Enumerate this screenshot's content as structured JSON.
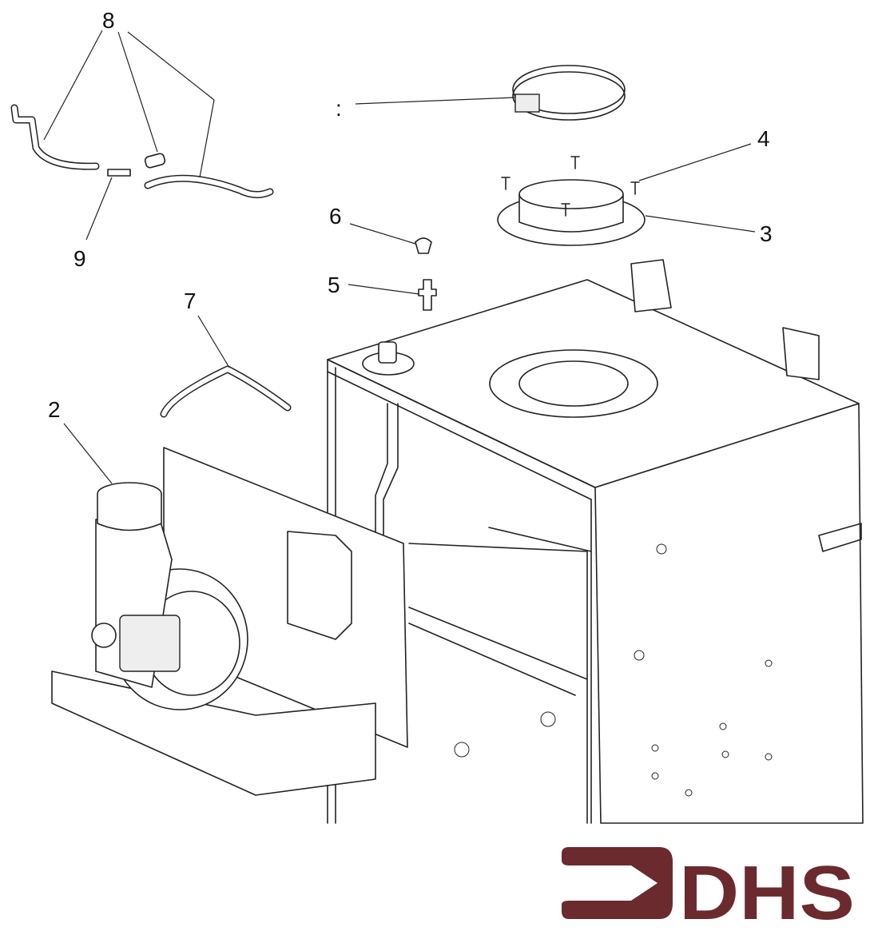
{
  "diagram": {
    "type": "exploded-parts-diagram",
    "callouts": [
      {
        "id": "c8",
        "label": "8"
      },
      {
        "id": "c9",
        "label": "9"
      },
      {
        "id": "c1",
        "label": ":"
      },
      {
        "id": "c4",
        "label": "4"
      },
      {
        "id": "c3",
        "label": "3"
      },
      {
        "id": "c6",
        "label": "6"
      },
      {
        "id": "c5",
        "label": "5"
      },
      {
        "id": "c7",
        "label": "7"
      },
      {
        "id": "c2",
        "label": "2"
      }
    ]
  },
  "logo": {
    "text": "DHS",
    "color": "#6b2a2e"
  }
}
